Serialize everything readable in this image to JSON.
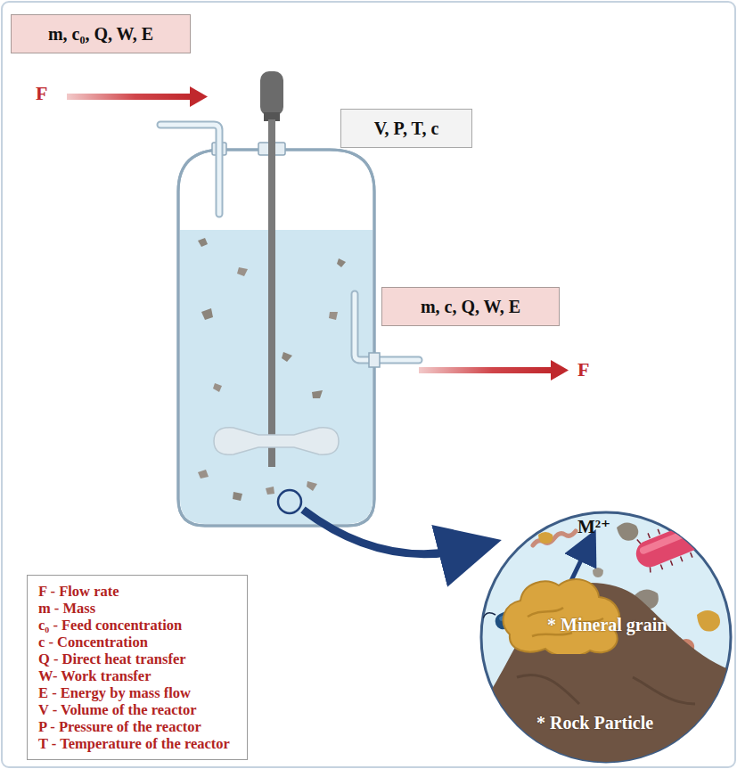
{
  "diagram": {
    "nodes": [
      {
        "text": [
          "m, c₀, Q, W, E"
        ]
      },
      {
        "text": [
          "V, P, T, c"
        ]
      },
      {
        "text": [
          "m, c, Q, W, E"
        ]
      },
      {
        "text": [
          "F - Flow rate",
          "m - Mass",
          "c₀ - Feed concentration",
          "c - Concentration",
          "Q - Direct heat transfer",
          "W- Work transfer",
          "E - Energy by mass flow",
          "V - Volume of the reactor",
          "P - Pressure of the reactor",
          "T - Temperature of the reactor"
        ]
      },
      {
        "text": [
          "* Rock Particle"
        ]
      },
      {
        "text": [
          "* Mineral grain"
        ],
        "in": 4
      }
    ],
    "labels": [
      "F",
      "F",
      "M²⁺"
    ]
  }
}
